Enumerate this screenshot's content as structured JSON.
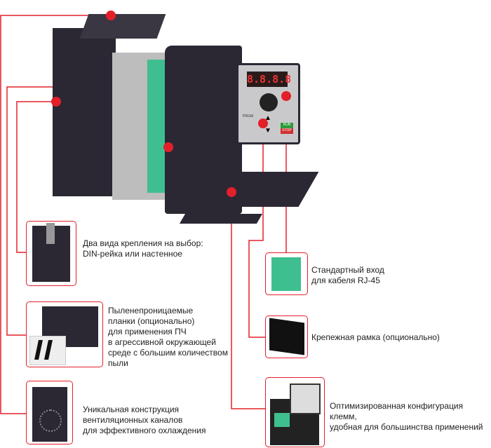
{
  "product": {
    "display_digits": "8.8.8.8",
    "keypad_labels": [
      "PRGM",
      "RUN",
      "STOP"
    ]
  },
  "features": [
    {
      "id": "mounting",
      "text": [
        "Два вида крепления на выбор:",
        "DIN-рейка или настенное"
      ]
    },
    {
      "id": "dust",
      "text": [
        "Пыленепроницаемые",
        "планки (опционально)",
        "для применения ПЧ",
        "в агрессивной окружающей",
        "среде с большим количеством",
        "пыли"
      ]
    },
    {
      "id": "ventilation",
      "text": [
        "Уникальная конструкция",
        "вентиляционных каналов",
        "для эффективного охлаждения"
      ]
    },
    {
      "id": "rj45",
      "text": [
        "Стандартный вход",
        "для кабеля  RJ-45"
      ]
    },
    {
      "id": "frame",
      "text": [
        "Крепежная рамка (опционально)"
      ]
    },
    {
      "id": "terminals",
      "text": [
        "Оптимизированная конфигурация клемм,",
        "удобная для большинства применений"
      ]
    }
  ],
  "colors": {
    "accent": "#e3202a",
    "body": "#2b2733",
    "board": "#3fbf8f"
  }
}
